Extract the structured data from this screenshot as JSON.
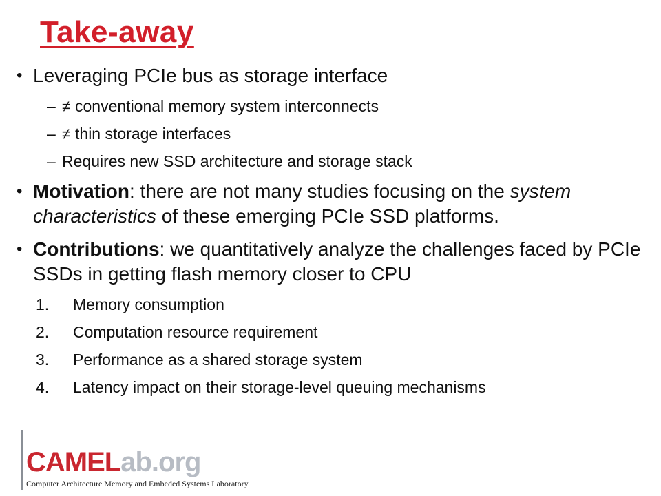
{
  "slide": {
    "title": "Take-away",
    "bullets": [
      {
        "text": "Leveraging PCIe bus as storage interface",
        "subitems": [
          "≠  conventional memory system interconnects",
          "≠ thin storage interfaces",
          "Requires new SSD architecture and storage stack"
        ]
      },
      {
        "bold_lead": "Motivation",
        "text_before_italic": ": there are not many studies focusing on the ",
        "italic": "system characteristics",
        "text_after_italic": " of these emerging PCIe SSD platforms."
      },
      {
        "bold_lead": "Contributions",
        "text": ": we quantitatively analyze the challenges faced by PCIe SSDs in getting flash memory closer to CPU",
        "numbered": [
          {
            "n": "1.",
            "text": "Memory consumption"
          },
          {
            "n": "2.",
            "text": "Computation resource requirement"
          },
          {
            "n": "3.",
            "text": "Performance as a shared storage system"
          },
          {
            "n": "4.",
            "text": "Latency impact on their storage-level queuing mechanisms"
          }
        ]
      }
    ]
  },
  "logo": {
    "part1": "CAMEL",
    "part2": "ab.org",
    "subtitle": "Computer Architecture Memory and  Embeded Systems Laboratory",
    "colors": {
      "primary": "#c9262f",
      "secondary": "#b7bcc4"
    }
  },
  "colors": {
    "title": "#d21f2a"
  }
}
